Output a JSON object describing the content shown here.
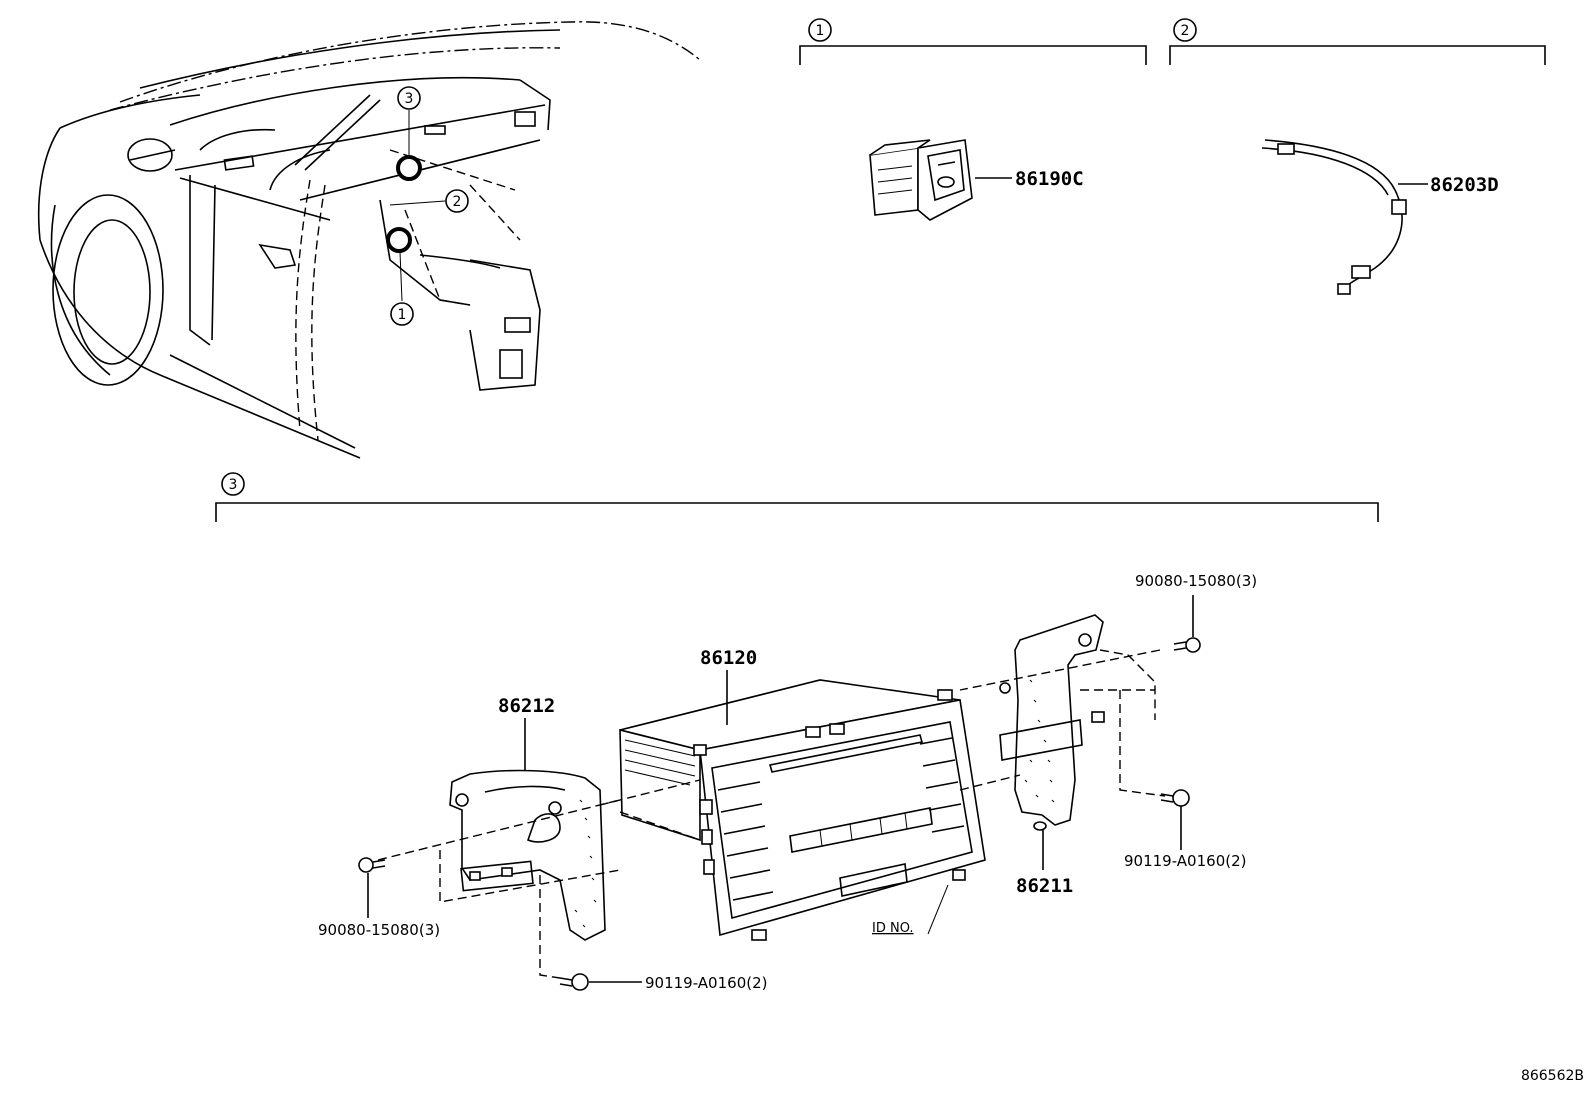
{
  "callouts": {
    "c1": "1",
    "c2": "2",
    "c3": "3"
  },
  "parts": {
    "switch": "86190C",
    "harness": "86203D",
    "receiver": "86120",
    "bracket_left": "86212",
    "bracket_right": "86211",
    "screw_left": "90080-15080(3)",
    "screw_right": "90080-15080(3)",
    "bolt_bottom_left": "90119-A0160(2)",
    "bolt_right": "90119-A0160(2)"
  },
  "id_no": "ID NO.",
  "diagram_ref": "866562B"
}
